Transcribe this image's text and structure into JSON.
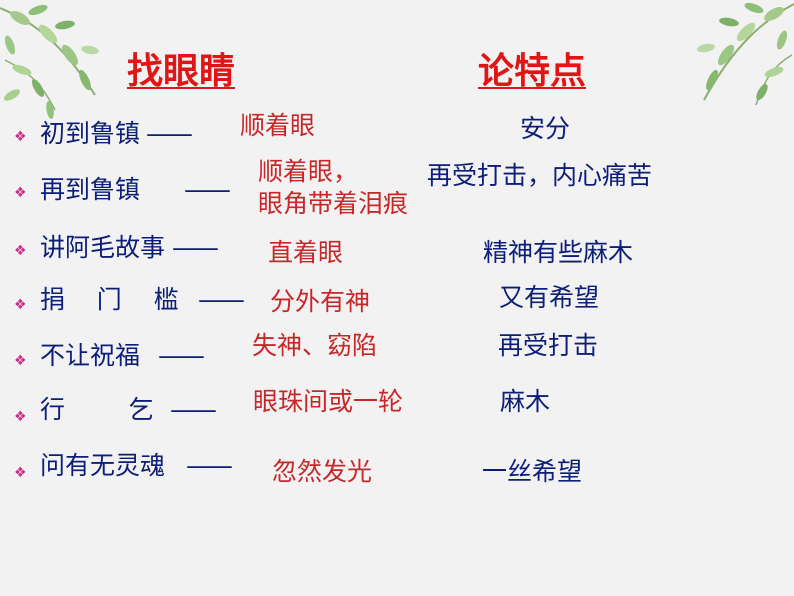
{
  "headings": {
    "left": "找眼睛",
    "right": "论特点"
  },
  "rows": [
    {
      "label": "初到鲁镇",
      "dash": "——",
      "eye": "顺着眼",
      "trait": "安分"
    },
    {
      "label": "再到鲁镇 ",
      "dash": "——",
      "eye": "顺着眼，",
      "eye2": "眼角带着泪痕",
      "trait": "再受打击，内心痛苦"
    },
    {
      "label": "讲阿毛故事",
      "dash": "——",
      "eye": "直着眼",
      "trait": "精神有些麻木"
    },
    {
      "label": "捐    门    槛",
      "dash": "——",
      "eye": "分外有神",
      "trait": "又有希望"
    },
    {
      "label": "不让祝福",
      "dash": "——",
      "eye": "失神、窈陷",
      "trait": "再受打击"
    },
    {
      "label": "行        乞",
      "dash": "——",
      "eye": "眼珠间或一轮",
      "trait": "麻木"
    },
    {
      "label": "问有无灵魂",
      "dash": "——",
      "eye": "忽然发光",
      "trait": "一丝希望"
    }
  ],
  "bullet_icon": "diamond-bullet-icon",
  "decoration_icon": "leaf-branch-icon",
  "colors": {
    "heading": "#e01515",
    "label": "#0c1e78",
    "eye": "#c8272a",
    "bullet": "#cf2f8b",
    "leaf": "#7fb069"
  }
}
